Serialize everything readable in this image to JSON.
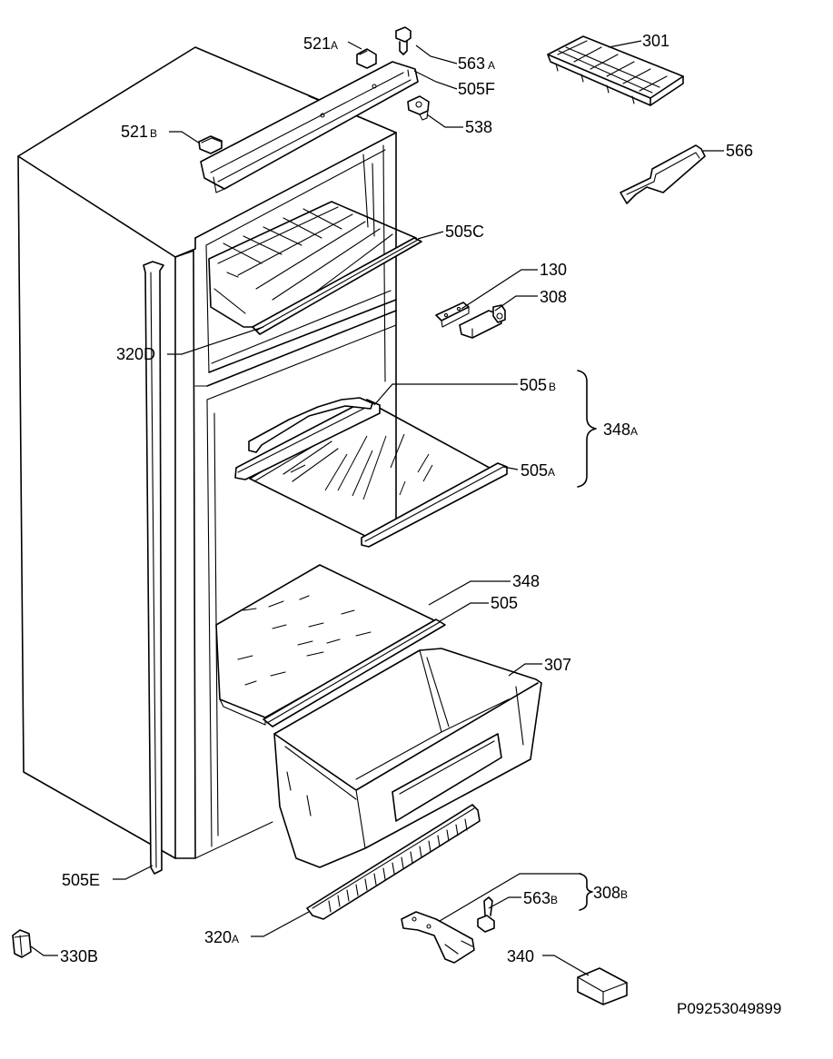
{
  "diagram": {
    "document_number": "P09253049899",
    "labels": [
      {
        "id": "301",
        "num": "301",
        "suffix": ""
      },
      {
        "id": "563A",
        "num": "563",
        "suffix": "A"
      },
      {
        "id": "521A",
        "num": "521",
        "suffix": "A"
      },
      {
        "id": "505F",
        "num": "505F",
        "suffix": ""
      },
      {
        "id": "538",
        "num": "538",
        "suffix": ""
      },
      {
        "id": "521B",
        "num": "521",
        "suffix": "B"
      },
      {
        "id": "566",
        "num": "566",
        "suffix": ""
      },
      {
        "id": "505C",
        "num": "505C",
        "suffix": ""
      },
      {
        "id": "130",
        "num": "130",
        "suffix": ""
      },
      {
        "id": "308",
        "num": "308",
        "suffix": ""
      },
      {
        "id": "320D",
        "num": "320D",
        "suffix": ""
      },
      {
        "id": "505B",
        "num": "505",
        "suffix": "B"
      },
      {
        "id": "348A",
        "num": "348",
        "suffix": "A"
      },
      {
        "id": "505A",
        "num": "505",
        "suffix": "A"
      },
      {
        "id": "348",
        "num": "348",
        "suffix": ""
      },
      {
        "id": "505",
        "num": "505",
        "suffix": ""
      },
      {
        "id": "307",
        "num": "307",
        "suffix": ""
      },
      {
        "id": "505E",
        "num": "505E",
        "suffix": ""
      },
      {
        "id": "563B",
        "num": "563",
        "suffix": "B"
      },
      {
        "id": "308B",
        "num": "308",
        "suffix": "B"
      },
      {
        "id": "320A",
        "num": "320",
        "suffix": "A"
      },
      {
        "id": "340",
        "num": "340",
        "suffix": ""
      },
      {
        "id": "330B",
        "num": "330B",
        "suffix": ""
      }
    ]
  }
}
